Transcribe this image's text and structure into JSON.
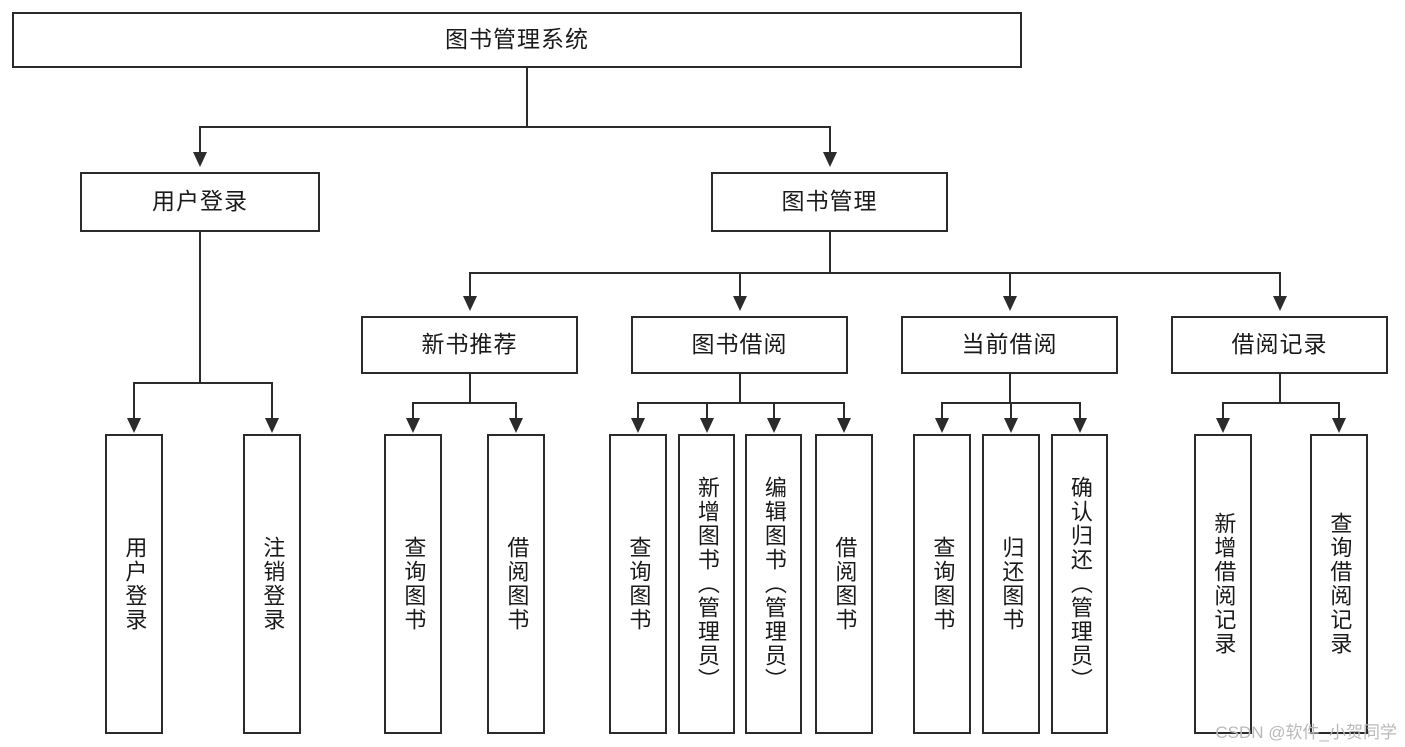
{
  "diagram": {
    "type": "tree",
    "title": "图书管理系统",
    "root": {
      "label": "图书管理系统"
    },
    "level1": [
      {
        "label": "用户登录"
      },
      {
        "label": "图书管理"
      }
    ],
    "level2": [
      {
        "label": "新书推荐"
      },
      {
        "label": "图书借阅"
      },
      {
        "label": "当前借阅"
      },
      {
        "label": "借阅记录"
      }
    ],
    "leaves": {
      "user_login": [
        {
          "label": "用户登录"
        },
        {
          "label": "注销登录"
        }
      ],
      "new_book_recommend": [
        {
          "label": "查询图书"
        },
        {
          "label": "借阅图书"
        }
      ],
      "book_borrow": [
        {
          "label": "查询图书"
        },
        {
          "label": "新增图书（管理员）"
        },
        {
          "label": "编辑图书（管理员）"
        },
        {
          "label": "借阅图书"
        }
      ],
      "current_borrow": [
        {
          "label": "查询图书"
        },
        {
          "label": "归还图书"
        },
        {
          "label": "确认归还（管理员）"
        }
      ],
      "borrow_record": [
        {
          "label": "新增借阅记录"
        },
        {
          "label": "查询借阅记录"
        }
      ]
    }
  },
  "watermark": {
    "text": "CSDN @软件_小贺同学"
  },
  "colors": {
    "border": "#2b2b2b",
    "background": "#ffffff",
    "text": "#1a1a1a",
    "watermark": "#b9b9b9"
  }
}
